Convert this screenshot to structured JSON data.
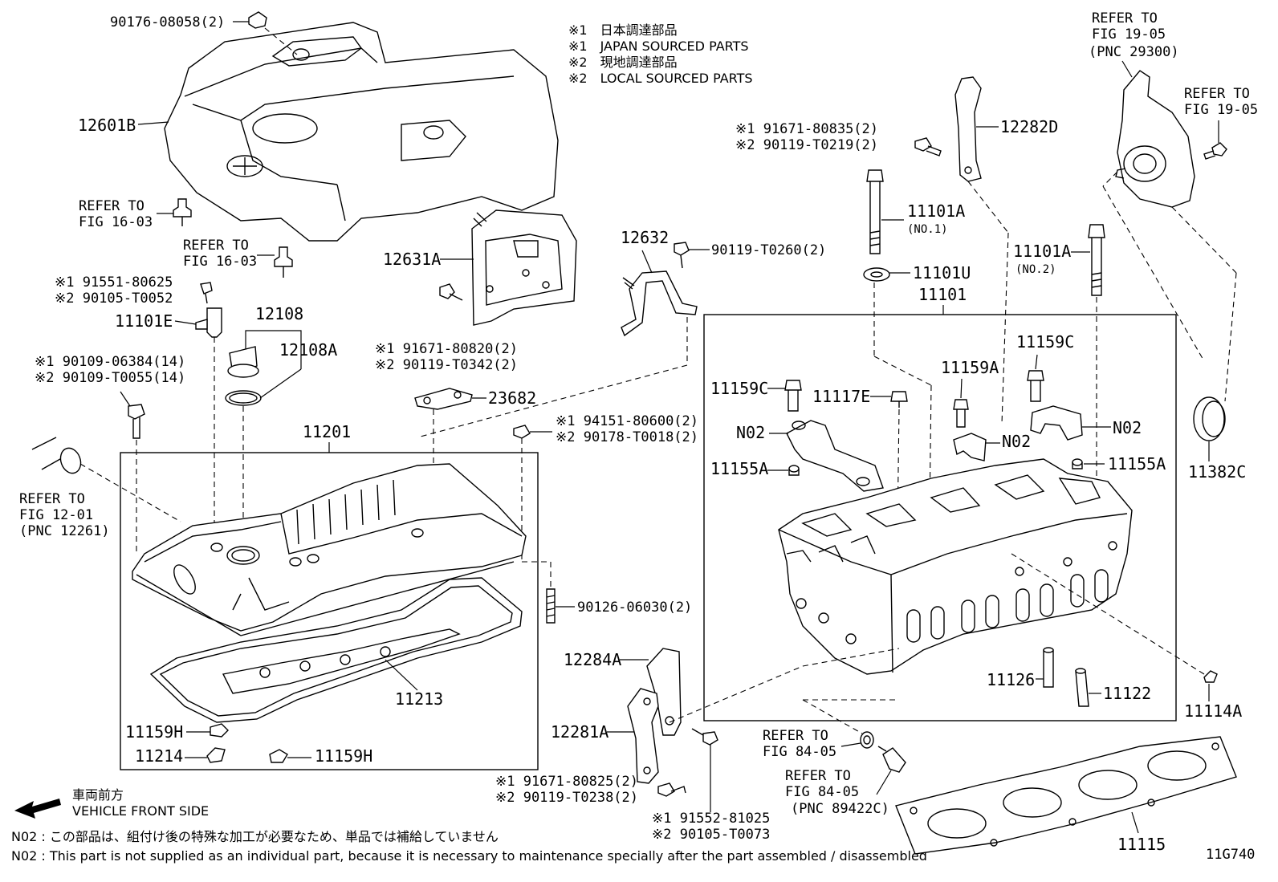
{
  "legend": {
    "l1": "※1　日本調達部品",
    "l2": "※1　JAPAN SOURCED PARTS",
    "l3": "※2　現地調達部品",
    "l4": "※2　LOCAL SOURCED PARTS"
  },
  "labels": {
    "p90176": "90176-08058(2)",
    "p12601B": "12601B",
    "ref1603a_1": "REFER TO",
    "ref1603a_2": "FIG 16-03",
    "ref1603b_1": "REFER TO",
    "ref1603b_2": "FIG 16-03",
    "p12631A": "12631A",
    "p12632": "12632",
    "p90119T0260": "90119-T0260(2)",
    "p91551": "※1 91551-80625",
    "p90105T0052": "※2 90105-T0052",
    "p11101E": "11101E",
    "p12108": "12108",
    "p12108A": "12108A",
    "p91671_80820": "※1  91671-80820(2)",
    "p90119T0342": "※2  90119-T0342(2)",
    "p90109_06384": "※1  90109-06384(14)",
    "p90109_T0055": "※2  90109-T0055(14)",
    "p23682": "23682",
    "p94151": "※1 94151-80600(2)",
    "p90178": "※2 90178-T0018(2)",
    "p11201": "11201",
    "ref1201_1": "REFER TO",
    "ref1201_2": "FIG 12-01",
    "ref1201_3": "(PNC 12261)",
    "p90126": "90126-06030(2)",
    "p11213": "11213",
    "p11159H_1": "11159H",
    "p11214": "11214",
    "p11159H_2": "11159H",
    "p91671_80835": "※1  91671-80835(2)",
    "p90119_T0219": "※2  90119-T0219(2)",
    "p12282D": "12282D",
    "ref1905a_1": "REFER TO",
    "ref1905a_2": "FIG 19-05",
    "ref1905a_3": "(PNC 29300)",
    "ref1905b_1": "REFER TO",
    "ref1905b_2": "FIG 19-05",
    "p11101A_1": "11101A",
    "p11101A_1sub": "(NO.1)",
    "p11101U": "11101U",
    "p11101": "11101",
    "p11101A_2": "11101A",
    "p11101A_2sub": "(NO.2)",
    "p11159C_1": "11159C",
    "p11159C_2": "11159C",
    "p11159A": "11159A",
    "p11117E": "11117E",
    "pN02_1": "N02",
    "pN02_2": "N02",
    "pN02_3": "N02",
    "p11155A_1": "11155A",
    "p11155A_2": "11155A",
    "p11382C": "11382C",
    "p12284A": "12284A",
    "p12281A": "12281A",
    "p91671_80825": "※1  91671-80825(2)",
    "p90119_T0238": "※2  90119-T0238(2)",
    "p91552": "※1  91552-81025",
    "p90105_T0073": "※2  90105-T0073",
    "ref8405a_1": "REFER TO",
    "ref8405a_2": "FIG 84-05",
    "ref8405b_1": "REFER TO",
    "ref8405b_2": "FIG 84-05",
    "ref8405b_3": "(PNC 89422C)",
    "p11126": "11126",
    "p11122": "11122",
    "p11114A": "11114A",
    "p11115": "11115",
    "figcode": "11G740"
  },
  "front": {
    "jp": "車両前方",
    "en": "VEHICLE FRONT SIDE"
  },
  "notes": {
    "jp": "N02 : この部品は、組付け後の特殊な加工が必要なため、単品では補給していません",
    "en": "N02 : This part is not supplied as an individual part, because it is necessary to maintenance specially after the part assembled / disassembled"
  }
}
